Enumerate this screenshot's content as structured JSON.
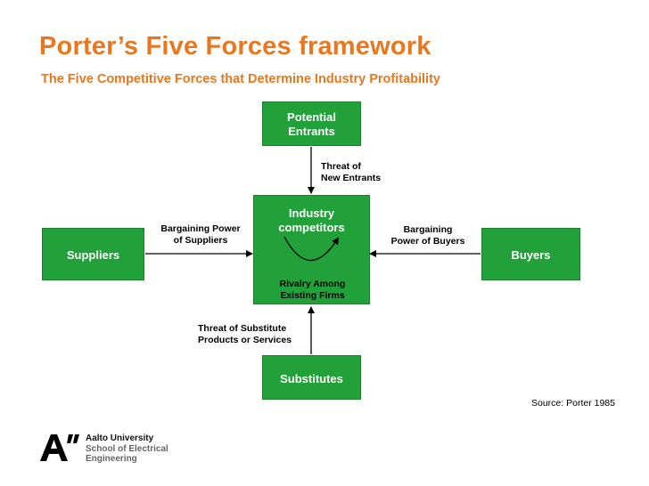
{
  "title": "Porter’s Five Forces framework",
  "subtitle": "The Five Competitive Forces that Determine Industry Profitability",
  "boxes": {
    "entrants": [
      "Potential",
      "Entrants"
    ],
    "competitors": [
      "Industry",
      "competitors"
    ],
    "rivalry": [
      "Rivalry Among",
      "Existing Firms"
    ],
    "suppliers": "Suppliers",
    "buyers": "Buyers",
    "substitutes": "Substitutes"
  },
  "labels": {
    "new_entrants": [
      "Threat of",
      "New Entrants"
    ],
    "supplier_power": [
      "Bargaining Power",
      "of Suppliers"
    ],
    "buyer_power": [
      "Bargaining",
      "Power of Buyers"
    ],
    "substitutes": [
      "Threat of Substitute",
      "Products or Services"
    ]
  },
  "source": "Source: Porter 1985",
  "logo": {
    "mark": "A”",
    "lines": [
      "Aalto University",
      "School of Electrical",
      "Engineering"
    ]
  },
  "colors": {
    "title": "#e8781f",
    "box_fill": "#22a03a",
    "box_border": "#1b7f2d"
  }
}
